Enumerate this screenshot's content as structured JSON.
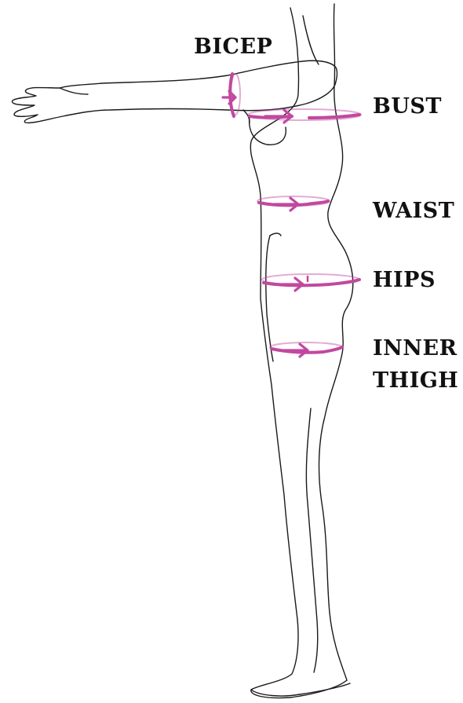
{
  "labels": {
    "bicep": "BICEP",
    "bust": "BUST",
    "waist": "WAIST",
    "hips": "HIPS",
    "inner_thigh_line1": "INNER",
    "inner_thigh_line2": "THIGH"
  },
  "colors": {
    "measure_band": "#c2489f",
    "body_outline": "#1a1a1a",
    "label_text": "#111111",
    "background": "#ffffff"
  }
}
